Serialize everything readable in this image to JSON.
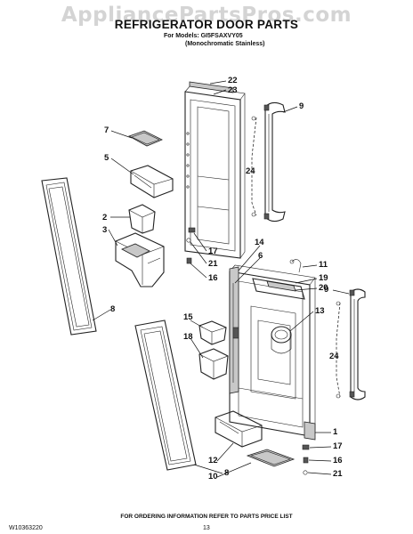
{
  "watermark": "AppliancePartsPros.com",
  "title": "REFRIGERATOR DOOR PARTS",
  "models_line": "For Models: GI5FSAXVY05",
  "variant_line": "(Monochromatic Stainless)",
  "callouts": {
    "c22": "22",
    "c23": "23",
    "c9_top": "9",
    "c7": "7",
    "c5": "5",
    "c24_top": "24",
    "c2": "2",
    "c3": "3",
    "c17_top": "17",
    "c21_top": "21",
    "c16_top": "16",
    "c14": "14",
    "c6": "6",
    "c11": "11",
    "c19": "19",
    "c20": "20",
    "c9_right": "9",
    "c13": "13",
    "c8_left": "8",
    "c15": "15",
    "c18": "18",
    "c24_right": "24",
    "c1": "1",
    "c17_bottom": "17",
    "c16_bottom": "16",
    "c12": "12",
    "c10": "10",
    "c21_bottom": "21",
    "c8_bottom": "8"
  },
  "footer_note": "FOR ORDERING INFORMATION REFER TO PARTS PRICE LIST",
  "doc_number": "W10363220",
  "page_number": "13"
}
